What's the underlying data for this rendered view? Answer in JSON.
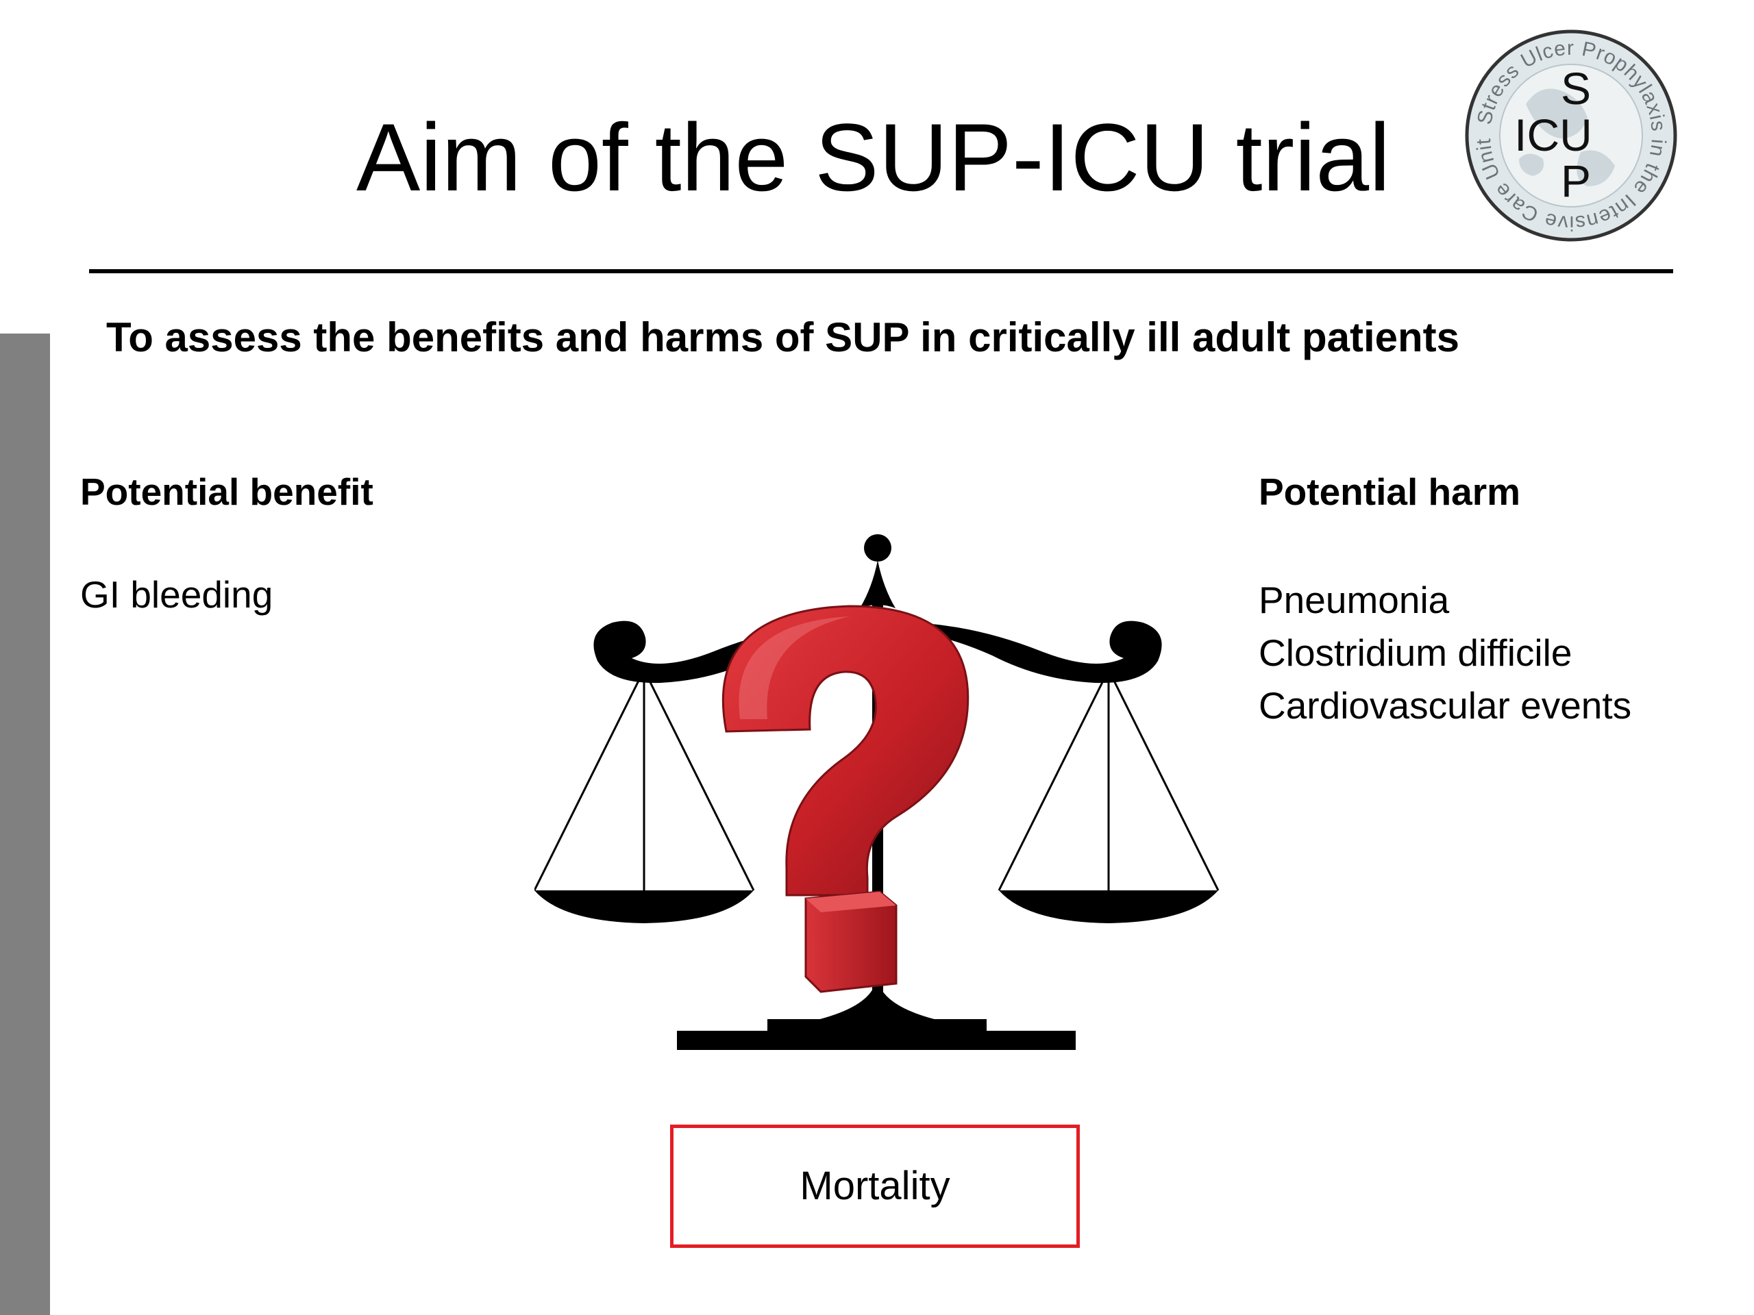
{
  "slide": {
    "title": "Aim of the SUP-ICU trial",
    "subtitle": "To assess the benefits and harms of SUP in critically ill adult patients",
    "logo": {
      "icon": "sup-icu-logo-seal",
      "center_text": "ICU",
      "letters": [
        "S",
        "U",
        "P"
      ],
      "ring_text": "Stress Ulcer Prophylaxis in the Intensive Care Unit"
    },
    "benefit": {
      "heading": "Potential benefit",
      "items": [
        "GI bleeding"
      ]
    },
    "harm": {
      "heading": "Potential harm",
      "items": [
        "Pneumonia",
        "Clostridium difficile",
        "Cardiovascular events"
      ]
    },
    "illustration": {
      "icon": "balance-scale-question-mark-icon"
    },
    "outcome": {
      "label": "Mortality",
      "border_color": "#e31e24"
    },
    "colors": {
      "side_bar": "#808080",
      "question_mark": "#c62027",
      "ink": "#000000"
    }
  }
}
